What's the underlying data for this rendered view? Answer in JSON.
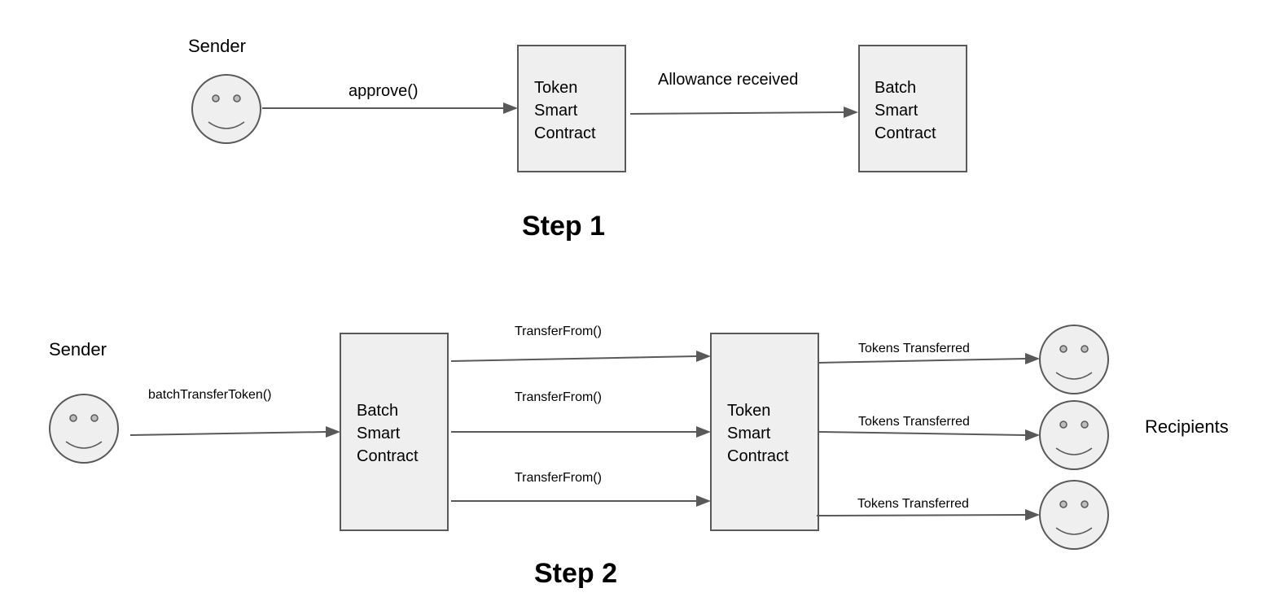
{
  "step1": {
    "title": "Step 1",
    "sender_label": "Sender",
    "approve_label": "approve()",
    "token_contract": [
      "Token",
      "Smart",
      "Contract"
    ],
    "allowance_label": "Allowance received",
    "batch_contract": [
      "Batch",
      "Smart",
      "Contract"
    ]
  },
  "step2": {
    "title": "Step 2",
    "sender_label": "Sender",
    "batch_call_label": "batchTransferToken()",
    "batch_contract": [
      "Batch",
      "Smart",
      "Contract"
    ],
    "transfer_labels": [
      "TransferFrom()",
      "TransferFrom()",
      "TransferFrom()"
    ],
    "token_contract": [
      "Token",
      "Smart",
      "Contract"
    ],
    "tokens_transferred_labels": [
      "Tokens Transferred",
      "Tokens Transferred",
      "Tokens Transferred"
    ],
    "recipients_label": "Recipients"
  }
}
